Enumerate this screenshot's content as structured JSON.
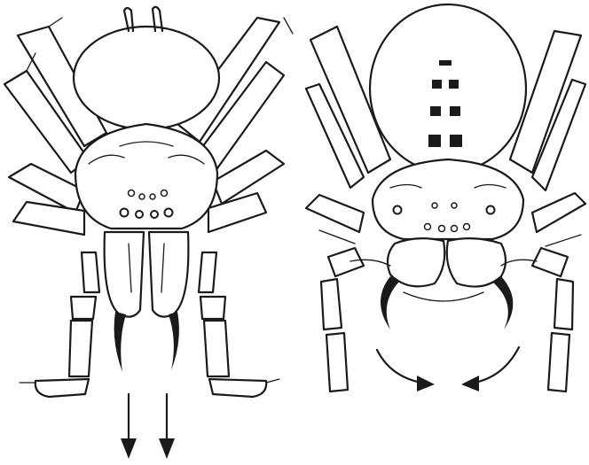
{
  "figure": {
    "panels": [
      {
        "id": "left",
        "subject": "spider-front-view-fangs-parallel",
        "arrow_direction": "down"
      },
      {
        "id": "right",
        "subject": "spider-front-view-fangs-crossing",
        "arrow_direction": "inward"
      }
    ],
    "colors": {
      "ink": "#1a1a1a",
      "paper": "#ffffff"
    }
  }
}
